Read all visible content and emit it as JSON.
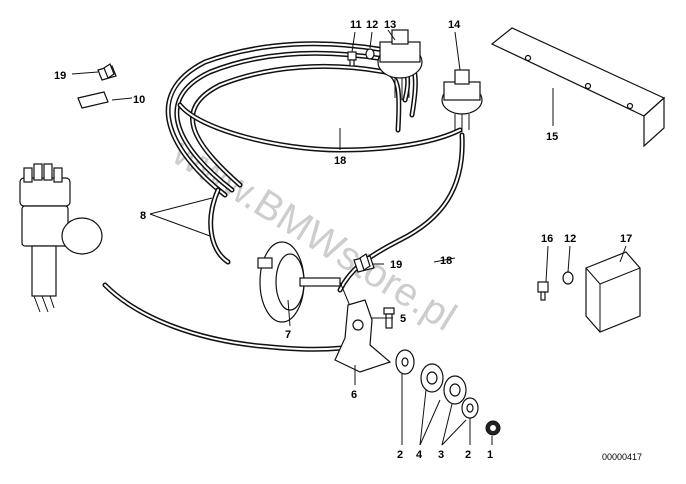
{
  "watermark": "www.BMWstore.pl",
  "drawing_code": "00000417",
  "callouts": {
    "c1": "1",
    "c2a": "2",
    "c2b": "2",
    "c3": "3",
    "c4": "4",
    "c5": "5",
    "c6": "6",
    "c7": "7",
    "c8": "8",
    "c10": "10",
    "c11": "11",
    "c12a": "12",
    "c12b": "12",
    "c13": "13",
    "c14": "14",
    "c15": "15",
    "c16": "16",
    "c17": "17",
    "c18a": "18",
    "c18b": "18",
    "c19a": "19",
    "c19b": "19"
  }
}
